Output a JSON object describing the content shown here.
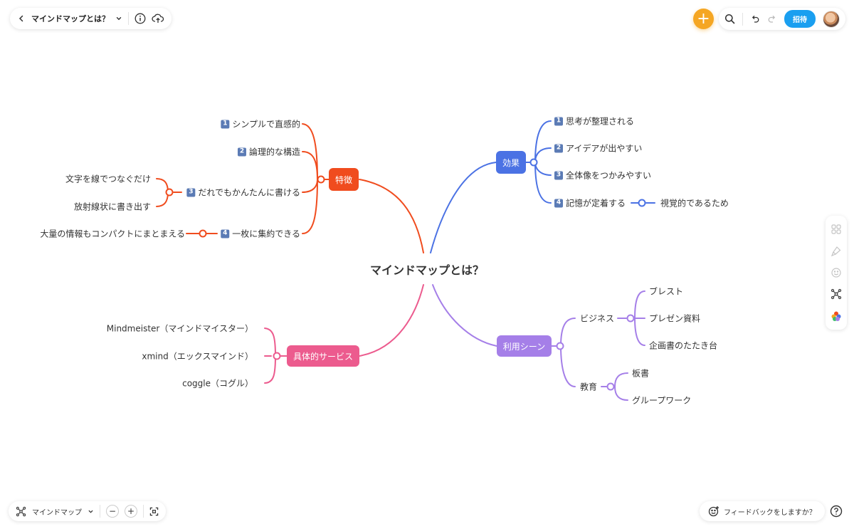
{
  "toolbar_top_left": {
    "back_icon": "chevron-left-icon",
    "document_title": "マインドマップとは？",
    "dropdown_icon": "chevron-down-icon",
    "info_icon": "info-icon",
    "cloud_icon": "cloud-upload-icon"
  },
  "toolbar_top_right": {
    "add_icon": "plus-icon",
    "add_symbol": "+",
    "search_icon": "search-icon",
    "undo_icon": "undo-icon",
    "redo_icon": "redo-icon",
    "invite_label": "招待",
    "avatar_icon": "user-avatar"
  },
  "side_toolbar": {
    "icons": [
      "layout-grid-icon",
      "theme-brush-icon",
      "emoji-icon",
      "structure-icon",
      "color-palette-icon"
    ]
  },
  "bottom_left": {
    "view_icon": "mindmap-icon",
    "view_label": "マインドマップ",
    "zoom_out": "−",
    "zoom_in": "+",
    "fit_icon": "fit-screen-icon"
  },
  "bottom_right": {
    "feedback_icon": "feedback-emoji-icon",
    "feedback_label": "フィードバックをしますか？",
    "help_icon": "help-icon"
  },
  "colors": {
    "features": "#f04c1e",
    "effects": "#4b72e4",
    "services": "#ec5b8e",
    "scenes": "#a57fe8",
    "accent_orange": "#f5a623",
    "invite_blue": "#1a9ff0"
  },
  "mindmap": {
    "center": "マインドマップとは？",
    "features": {
      "label": "特徴",
      "items": [
        {
          "num": "1",
          "text": "シンプルで直感的"
        },
        {
          "num": "2",
          "text": "論理的な構造"
        },
        {
          "num": "3",
          "text": "だれでもかんたんに書ける"
        },
        {
          "num": "4",
          "text": "一枚に集約できる"
        }
      ],
      "sub3": [
        "文字を線でつなぐだけ",
        "放射線状に書き出す"
      ],
      "sub4": "大量の情報もコンパクトにまとまえる"
    },
    "effects": {
      "label": "効果",
      "items": [
        {
          "num": "1",
          "text": "思考が整理される"
        },
        {
          "num": "2",
          "text": "アイデアが出やすい"
        },
        {
          "num": "3",
          "text": "全体像をつかみやすい"
        },
        {
          "num": "4",
          "text": "記憶が定着する"
        }
      ],
      "sub4": "視覚的であるため"
    },
    "services": {
      "label": "具体的サービス",
      "items": [
        "Mindmeister（マインドマイスター）",
        "xmind（エックスマインド）",
        "coggle（コグル）"
      ]
    },
    "scenes": {
      "label": "利用シーン",
      "business": {
        "label": "ビジネス",
        "items": [
          "ブレスト",
          "プレゼン資料",
          "企画書のたたき台"
        ]
      },
      "education": {
        "label": "教育",
        "items": [
          "板書",
          "グループワーク"
        ]
      }
    }
  }
}
